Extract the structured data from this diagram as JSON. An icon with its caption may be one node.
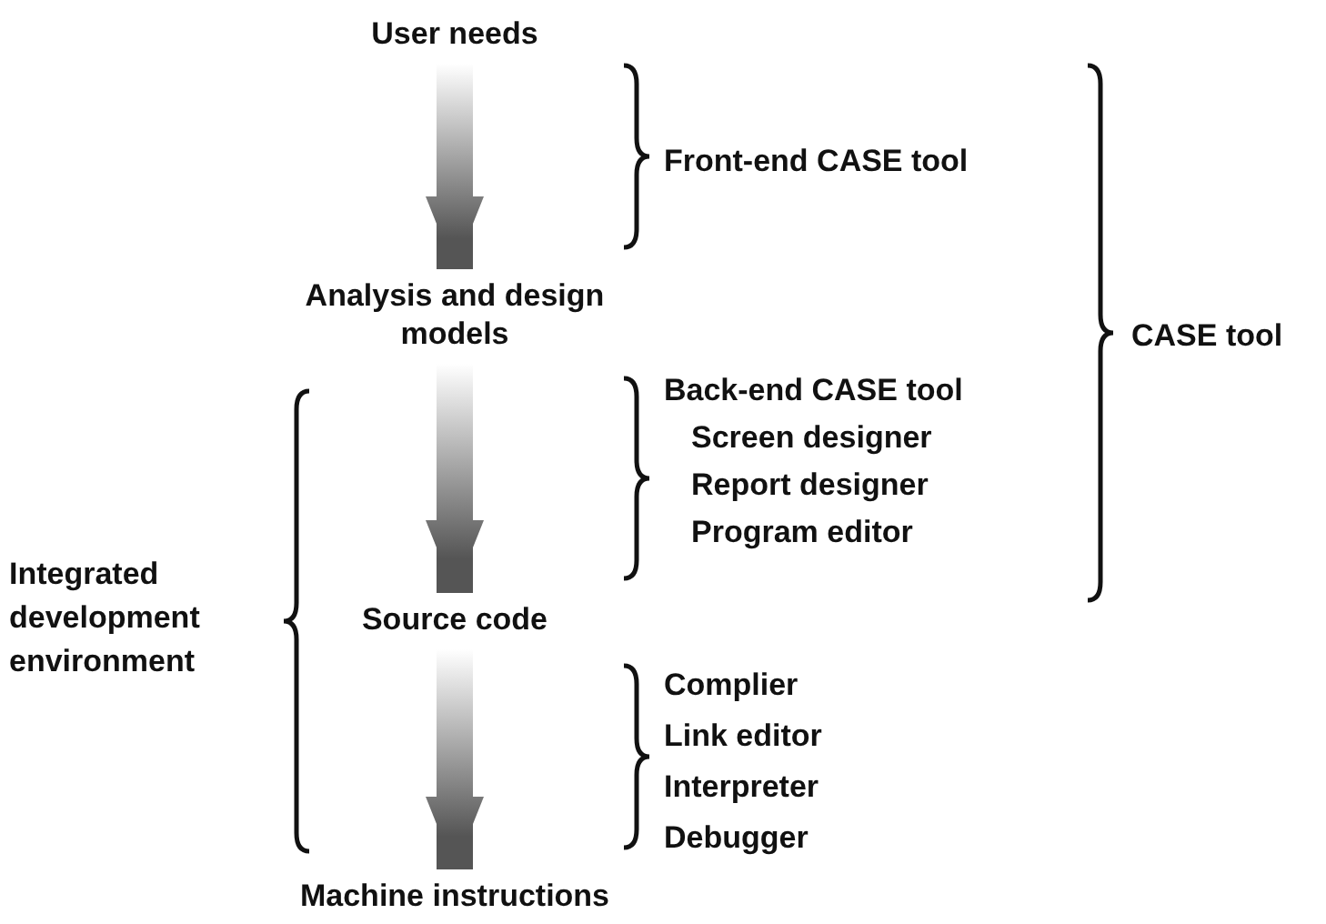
{
  "diagram": {
    "nodes": [
      {
        "text": [
          "User needs"
        ]
      },
      {
        "text": [
          "Analysis and design models"
        ]
      },
      {
        "text": [
          "Source code"
        ]
      },
      {
        "text": [
          "Machine instructions"
        ]
      }
    ],
    "edges": [
      {
        "from": 0,
        "to": 1,
        "arrow": "to"
      },
      {
        "from": 1,
        "to": 2,
        "arrow": "to"
      },
      {
        "from": 2,
        "to": 3,
        "arrow": "to"
      }
    ],
    "labels": [
      "Front-end CASE tool",
      "CASE tool",
      "Back-end CASE tool",
      "Screen designer",
      "Report designer",
      "Program editor",
      "Integrated development environment",
      "Complier",
      "Link editor",
      "Interpreter",
      "Debugger"
    ]
  }
}
